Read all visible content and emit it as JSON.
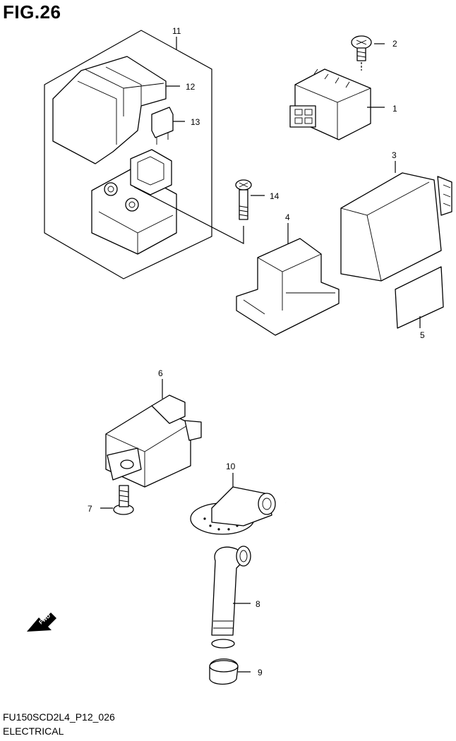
{
  "figure": {
    "title": "FIG.26"
  },
  "callouts": [
    {
      "id": "1",
      "label": "1"
    },
    {
      "id": "2",
      "label": "2"
    },
    {
      "id": "3",
      "label": "3"
    },
    {
      "id": "4",
      "label": "4"
    },
    {
      "id": "5",
      "label": "5"
    },
    {
      "id": "6",
      "label": "6"
    },
    {
      "id": "7",
      "label": "7"
    },
    {
      "id": "8",
      "label": "8"
    },
    {
      "id": "9",
      "label": "9"
    },
    {
      "id": "10",
      "label": "10"
    },
    {
      "id": "11",
      "label": "11"
    },
    {
      "id": "12",
      "label": "12"
    },
    {
      "id": "13",
      "label": "13"
    },
    {
      "id": "14",
      "label": "14"
    }
  ],
  "fwd_arrow": {
    "label": "FWD"
  },
  "footer": {
    "code": "FU150SCD2L4_P12_026",
    "name": "ELECTRICAL"
  }
}
